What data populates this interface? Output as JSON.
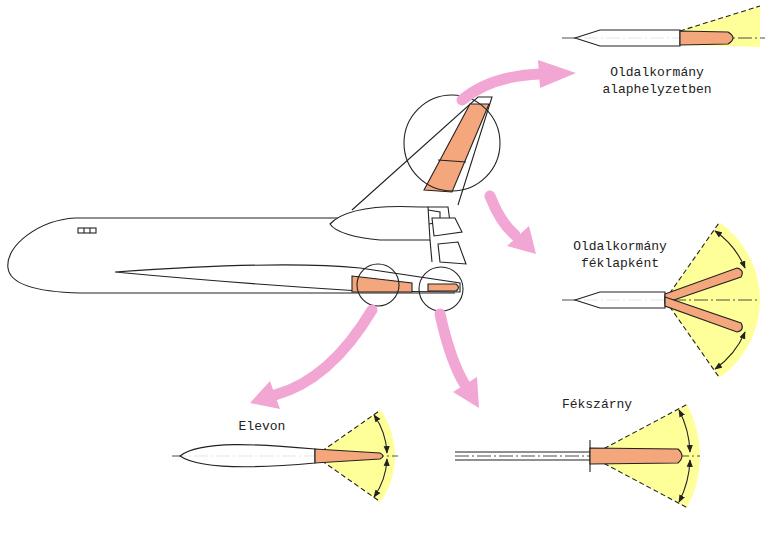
{
  "diagram": {
    "labels": [
      "Oldalkormány alaphelyzetben",
      "Oldalkormány féklapként",
      "Elevon",
      "Fékszárny"
    ]
  }
}
